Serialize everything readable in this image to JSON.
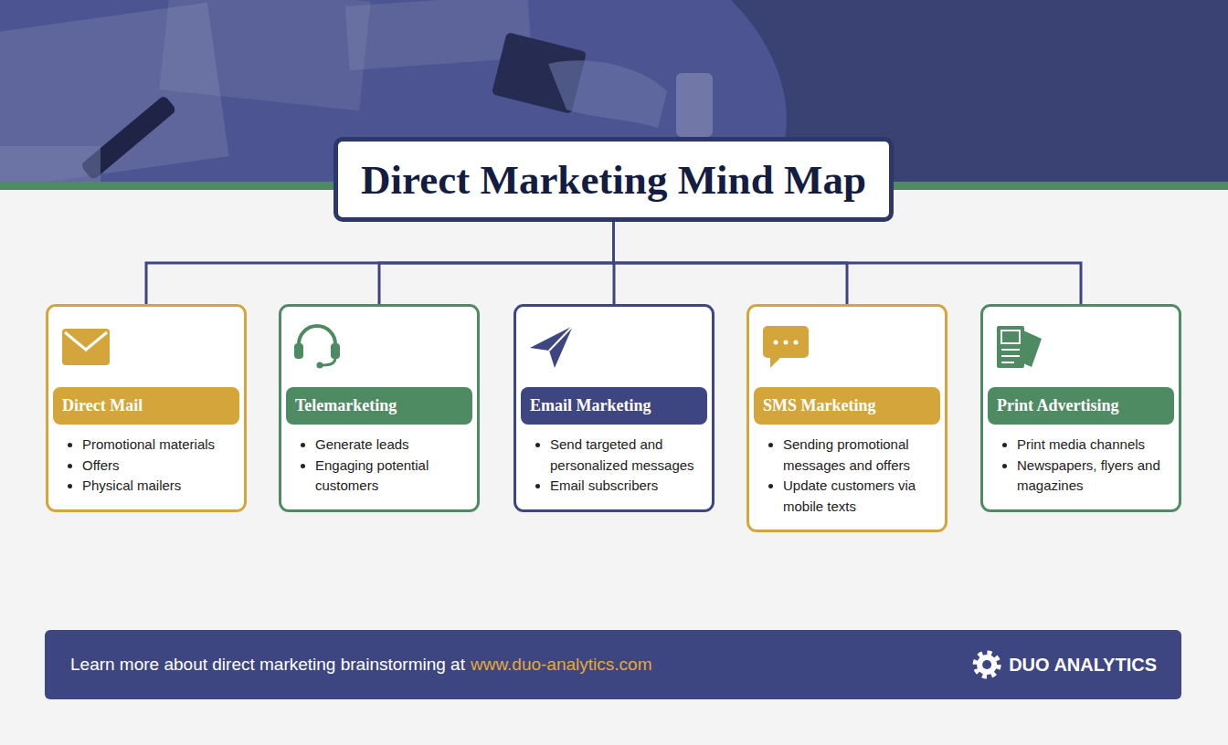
{
  "diagram": {
    "nodes": [
      {
        "text": [
          "Direct Marketing Mind Map"
        ]
      },
      {
        "text": [
          "Promotional materials",
          "Offers",
          "Physical mailers"
        ]
      },
      {
        "text": [
          "Direct Mail"
        ],
        "in": 1
      },
      {
        "text": [
          "Generate leads",
          "Engaging potential customers"
        ]
      },
      {
        "text": [
          "Telemarketing"
        ],
        "in": 3
      },
      {
        "text": [
          "Send targeted and personalized messages",
          "Email subscribers"
        ]
      },
      {
        "text": [
          "Email Marketing"
        ],
        "in": 5
      },
      {
        "text": [
          "Sending promotional messages and offers",
          "Update customers via mobile texts"
        ]
      },
      {
        "text": [
          "SMS Marketing"
        ],
        "in": 7
      },
      {
        "text": [
          "Print media channels",
          "Newspapers, flyers and magazines"
        ]
      },
      {
        "text": [
          "Print Advertising"
        ],
        "in": 9
      },
      {
        "text": [
          "Learn more about direct marketing brainstorming at",
          "www.duo-analytics.com",
          "DUO ANALYTICS"
        ]
      }
    ],
    "edges": [
      {
        "from": 0,
        "to": 1,
        "arrow": "none"
      },
      {
        "from": 0,
        "to": 3,
        "arrow": "none"
      },
      {
        "from": 0,
        "to": 5,
        "arrow": "none"
      },
      {
        "from": 0,
        "to": 7,
        "arrow": "none"
      },
      {
        "from": 0,
        "to": 9,
        "arrow": "none"
      }
    ]
  }
}
